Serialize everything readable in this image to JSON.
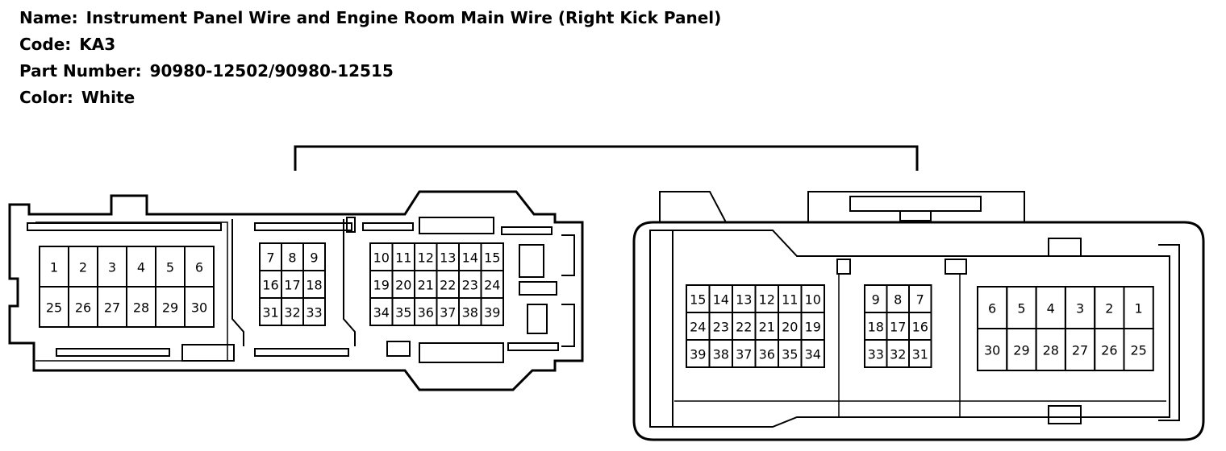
{
  "header": {
    "name_label": "Name:",
    "name_value": "Instrument Panel Wire and Engine Room Main Wire (Right Kick Panel)",
    "code_label": "Code:",
    "code_value": "KA3",
    "part_label": "Part Number:",
    "part_value": "90980-12502/90980-12515",
    "color_label": "Color:",
    "color_value": "White"
  },
  "connectors": {
    "left": {
      "block_a": [
        [
          "1",
          "2",
          "3",
          "4",
          "5",
          "6"
        ],
        [
          "25",
          "26",
          "27",
          "28",
          "29",
          "30"
        ]
      ],
      "block_b": [
        [
          "7",
          "8",
          "9"
        ],
        [
          "16",
          "17",
          "18"
        ],
        [
          "31",
          "32",
          "33"
        ]
      ],
      "block_c": [
        [
          "10",
          "11",
          "12",
          "13",
          "14",
          "15"
        ],
        [
          "19",
          "20",
          "21",
          "22",
          "23",
          "24"
        ],
        [
          "34",
          "35",
          "36",
          "37",
          "38",
          "39"
        ]
      ]
    },
    "right": {
      "block_a": [
        [
          "15",
          "14",
          "13",
          "12",
          "11",
          "10"
        ],
        [
          "24",
          "23",
          "22",
          "21",
          "20",
          "19"
        ],
        [
          "39",
          "38",
          "37",
          "36",
          "35",
          "34"
        ]
      ],
      "block_b": [
        [
          "9",
          "8",
          "7"
        ],
        [
          "18",
          "17",
          "16"
        ],
        [
          "33",
          "32",
          "31"
        ]
      ],
      "block_c": [
        [
          "6",
          "5",
          "4",
          "3",
          "2",
          "1"
        ],
        [
          "30",
          "29",
          "28",
          "27",
          "26",
          "25"
        ]
      ]
    }
  }
}
